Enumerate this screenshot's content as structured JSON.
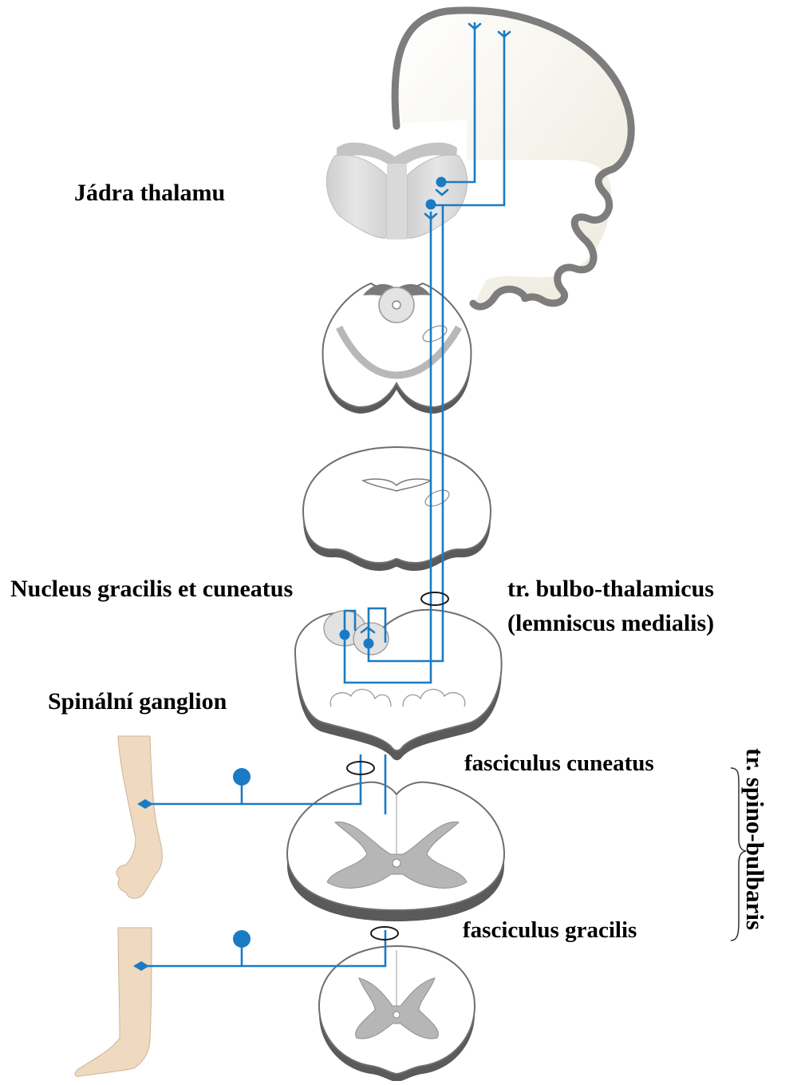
{
  "labels": {
    "thalamus_nuclei": "Jádra thalamu",
    "nucleus_gracilis_cuneatus": "Nucleus gracilis et cuneatus",
    "tract_bulbo_thalamicus": "tr. bulbo-thalamicus",
    "lemniscus_medialis": "(lemniscus medialis)",
    "spinal_ganglion": "Spinální ganglion",
    "fasciculus_cuneatus": "fasciculus cuneatus",
    "fasciculus_gracilis": "fasciculus gracilis",
    "tract_spino_bulbaris": "tr. spino-bulbaris"
  },
  "colors": {
    "pathway": "#1a7bc4",
    "outline": "#6e6e6e",
    "shadow": "#7a7a7a",
    "grey_matter": "#bdbdbd",
    "skin": "#efd9bf",
    "cortex_fill": "#f4f2ea"
  },
  "icons": {
    "synapse": "synapse-fork-icon",
    "neuron_cell_body": "neuron-cell-body-icon",
    "receptor": "receptor-diamond-icon"
  }
}
